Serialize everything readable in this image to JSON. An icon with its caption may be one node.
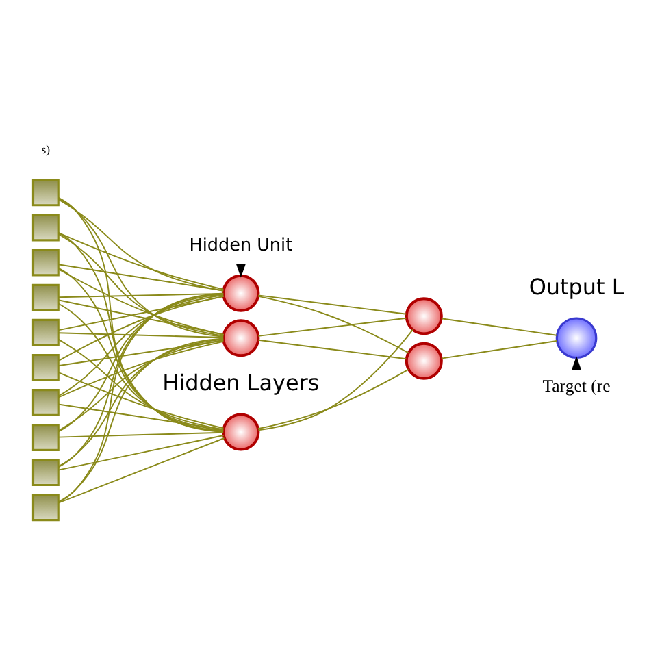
{
  "diagram": {
    "nodes": [
      {
        "text": [],
        "shape": "box"
      },
      {
        "text": [],
        "shape": "box"
      },
      {
        "text": [],
        "shape": "box"
      },
      {
        "text": [],
        "shape": "box"
      },
      {
        "text": [],
        "shape": "box"
      },
      {
        "text": [],
        "shape": "box"
      },
      {
        "text": [],
        "shape": "box"
      },
      {
        "text": [],
        "shape": "box"
      },
      {
        "text": [],
        "shape": "box"
      },
      {
        "text": [],
        "shape": "box"
      },
      {
        "text": [],
        "shape": "circle"
      },
      {
        "text": [],
        "shape": "circle"
      },
      {
        "text": [],
        "shape": "circle"
      },
      {
        "text": [],
        "shape": "circle"
      },
      {
        "text": [],
        "shape": "circle"
      },
      {
        "text": [],
        "shape": "circle"
      },
      {
        "text": [
          "Target (re"
        ]
      },
      {
        "text": [
          "Hidden Unit"
        ]
      }
    ],
    "edges": [
      {
        "from": 0,
        "to": 10,
        "arrow": "none"
      },
      {
        "from": 0,
        "to": 11,
        "arrow": "none"
      },
      {
        "from": 0,
        "to": 12,
        "arrow": "none"
      },
      {
        "from": 1,
        "to": 10,
        "arrow": "none"
      },
      {
        "from": 1,
        "to": 11,
        "arrow": "none"
      },
      {
        "from": 1,
        "to": 12,
        "arrow": "none"
      },
      {
        "from": 2,
        "to": 10,
        "arrow": "none"
      },
      {
        "from": 2,
        "to": 11,
        "arrow": "none"
      },
      {
        "from": 2,
        "to": 12,
        "arrow": "none"
      },
      {
        "from": 3,
        "to": 10,
        "arrow": "none"
      },
      {
        "from": 3,
        "to": 11,
        "arrow": "none"
      },
      {
        "from": 3,
        "to": 12,
        "arrow": "none"
      },
      {
        "from": 4,
        "to": 10,
        "arrow": "none"
      },
      {
        "from": 4,
        "to": 11,
        "arrow": "none"
      },
      {
        "from": 4,
        "to": 12,
        "arrow": "none"
      },
      {
        "from": 5,
        "to": 10,
        "arrow": "none"
      },
      {
        "from": 5,
        "to": 11,
        "arrow": "none"
      },
      {
        "from": 5,
        "to": 12,
        "arrow": "none"
      },
      {
        "from": 6,
        "to": 10,
        "arrow": "none"
      },
      {
        "from": 6,
        "to": 11,
        "arrow": "none"
      },
      {
        "from": 6,
        "to": 12,
        "arrow": "none"
      },
      {
        "from": 7,
        "to": 10,
        "arrow": "none"
      },
      {
        "from": 7,
        "to": 11,
        "arrow": "none"
      },
      {
        "from": 7,
        "to": 12,
        "arrow": "none"
      },
      {
        "from": 8,
        "to": 10,
        "arrow": "none"
      },
      {
        "from": 8,
        "to": 11,
        "arrow": "none"
      },
      {
        "from": 8,
        "to": 12,
        "arrow": "none"
      },
      {
        "from": 9,
        "to": 10,
        "arrow": "none"
      },
      {
        "from": 9,
        "to": 11,
        "arrow": "none"
      },
      {
        "from": 9,
        "to": 12,
        "arrow": "none"
      },
      {
        "from": 10,
        "to": 13,
        "arrow": "none"
      },
      {
        "from": 10,
        "to": 14,
        "arrow": "none"
      },
      {
        "from": 11,
        "to": 13,
        "arrow": "none"
      },
      {
        "from": 11,
        "to": 14,
        "arrow": "none"
      },
      {
        "from": 12,
        "to": 13,
        "arrow": "none"
      },
      {
        "from": 12,
        "to": 14,
        "arrow": "none"
      },
      {
        "from": 13,
        "to": 15,
        "arrow": "none"
      },
      {
        "from": 14,
        "to": 15,
        "arrow": "none"
      },
      {
        "from": 16,
        "to": 15,
        "arrow": "to",
        "color": "#000000"
      },
      {
        "from": 17,
        "to": 12,
        "arrow": "to",
        "style": "dashed",
        "color": "#000000"
      }
    ],
    "labels": [
      "s)",
      "Hidden Layers",
      "Output L"
    ]
  }
}
